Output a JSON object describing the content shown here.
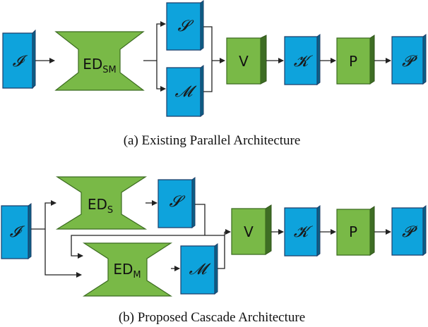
{
  "part_a": {
    "caption": "(a) Existing Parallel Architecture",
    "input_symbol": "𝓘",
    "encoder_main": "ED",
    "encoder_sub": "SM",
    "s_symbol": "𝓢",
    "m_symbol": "𝓜",
    "v_label": "V",
    "k_symbol": "𝓚",
    "p_label": "P",
    "out_symbol": "𝓟"
  },
  "part_b": {
    "caption": "(b) Proposed Cascade Architecture",
    "input_symbol": "𝓘",
    "encoder_s_main": "ED",
    "encoder_s_sub": "S",
    "encoder_m_main": "ED",
    "encoder_m_sub": "M",
    "s_symbol": "𝓢",
    "m_symbol": "𝓜",
    "v_label": "V",
    "k_symbol": "𝓚",
    "p_label": "P",
    "out_symbol": "𝓟"
  },
  "colors": {
    "blue_block": "#0ea3dc",
    "green_block": "#79b947"
  }
}
